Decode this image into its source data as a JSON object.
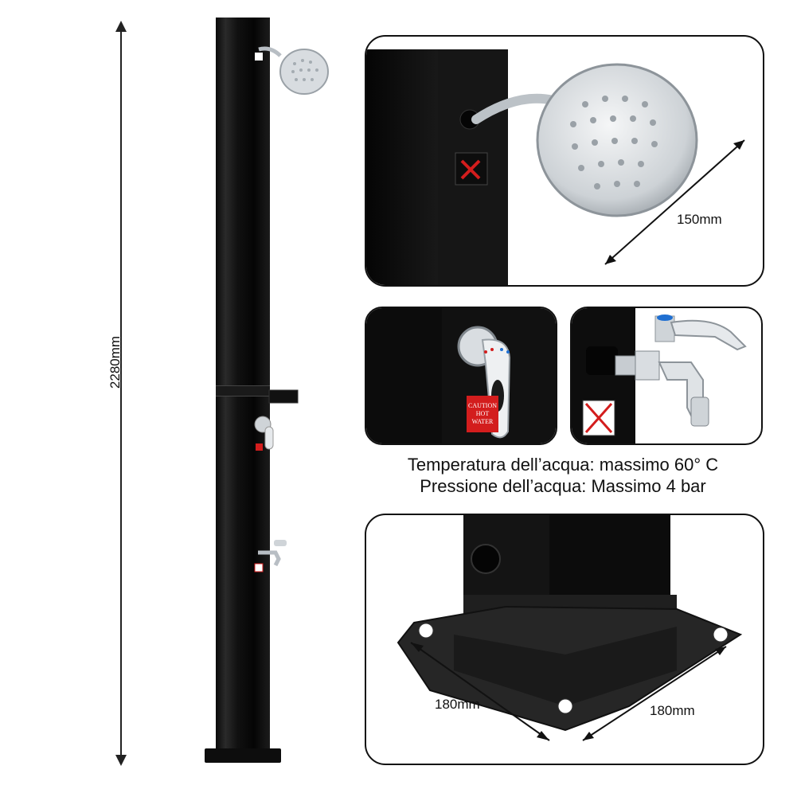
{
  "dimensions": {
    "total_height": "2280mm",
    "shower_head_diameter": "150mm",
    "base_width": "180mm",
    "base_depth": "180mm"
  },
  "info": {
    "line1": "Temperatura dell’acqua: massimo 60° C",
    "line2": "Pressione dell’acqua: Massimo 4 bar"
  },
  "labels": {
    "caution_sticker": "CAUTION HOT WATER"
  },
  "colors": {
    "pole": "#111111",
    "chrome": "#c9ced3",
    "caution_red": "#d31d1d"
  }
}
